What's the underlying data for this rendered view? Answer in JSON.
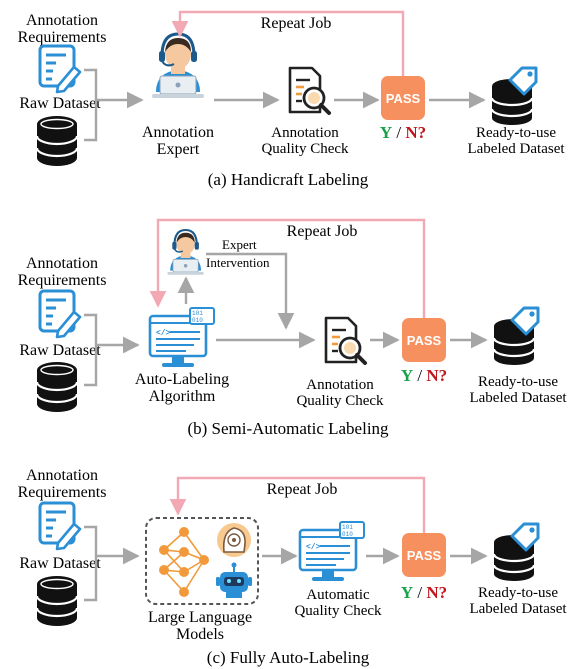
{
  "panels": [
    {
      "caption": "(a) Handicraft Labeling",
      "annotation_requirements": [
        "Annotation",
        "Requirements"
      ],
      "raw_dataset": "Raw Dataset",
      "processor_label": [
        "Annotation",
        "Expert"
      ],
      "check_label": [
        "Annotation",
        "Quality Check"
      ],
      "repeat_job": "Repeat Job",
      "pass_label": "PASS",
      "yes": "Y",
      "slash": " / ",
      "no": "N?",
      "output_label": [
        "Ready-to-use",
        "Labeled Dataset"
      ]
    },
    {
      "caption": "(b) Semi-Automatic Labeling",
      "annotation_requirements": [
        "Annotation",
        "Requirements"
      ],
      "raw_dataset": "Raw Dataset",
      "processor_label": [
        "Auto-Labeling",
        "Algorithm"
      ],
      "expert_intervention": [
        "Expert",
        "Intervention"
      ],
      "check_label": [
        "Annotation",
        "Quality Check"
      ],
      "repeat_job": "Repeat Job",
      "pass_label": "PASS",
      "yes": "Y",
      "slash": " / ",
      "no": "N?",
      "output_label": [
        "Ready-to-use",
        "Labeled Dataset"
      ]
    },
    {
      "caption": "(c) Fully Auto-Labeling",
      "annotation_requirements": [
        "Annotation",
        "Requirements"
      ],
      "raw_dataset": "Raw Dataset",
      "processor_label": [
        "Large Language",
        "Models"
      ],
      "check_label": [
        "Automatic",
        "Quality Check"
      ],
      "repeat_job": "Repeat Job",
      "pass_label": "PASS",
      "yes": "Y",
      "slash": " / ",
      "no": "N?",
      "output_label": [
        "Ready-to-use",
        "Labeled Dataset"
      ]
    }
  ],
  "colors": {
    "flow_arrow": "#a6a6a6",
    "repeat_arrow": "#f2a9b4",
    "pass_box": "#f7905f",
    "yes": "#1aa24a",
    "no": "#c0161e",
    "doc_icon": "#2b8fd6",
    "database": "#111111",
    "tag_icon": "#2b8fd6",
    "headset": "#1d5a8c",
    "skin": "#f5c8a0",
    "hair": "#3a2a20"
  },
  "icons": {
    "requirements": "document-edit-icon",
    "raw_dataset": "database-icon",
    "expert": "annotator-headset-icon",
    "quality_check": "document-magnifier-icon",
    "algorithm": "computer-code-icon",
    "llm": "neural-network-robot-icon",
    "output": "database-tag-icon"
  }
}
